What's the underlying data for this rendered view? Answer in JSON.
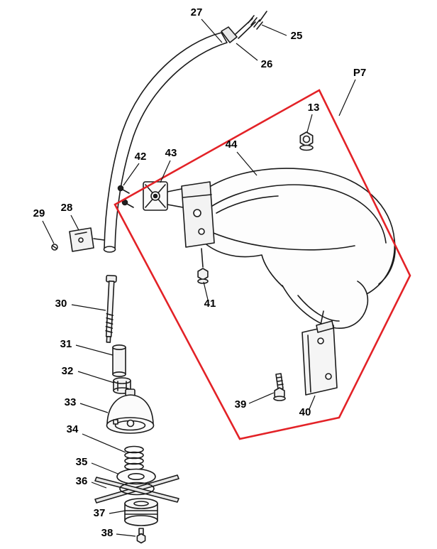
{
  "diagram": {
    "highlight": {
      "label": "P7",
      "color": "#e32227"
    },
    "line_color": "#1b1b1b",
    "labels": {
      "n13": "13",
      "n25": "25",
      "n26": "26",
      "n27": "27",
      "n28": "28",
      "n29": "29",
      "n30": "30",
      "n31": "31",
      "n32": "32",
      "n33": "33",
      "n34": "34",
      "n35": "35",
      "n36": "36",
      "n37": "37",
      "n38": "38",
      "n39": "39",
      "n40": "40",
      "n41": "41",
      "n42": "42",
      "n43": "43",
      "n44": "44"
    }
  }
}
